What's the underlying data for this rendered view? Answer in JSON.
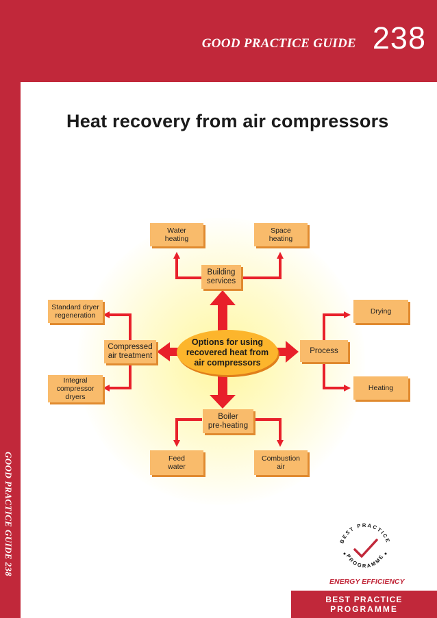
{
  "header": {
    "series": "GOOD PRACTICE GUIDE",
    "number": "238",
    "spine": "GOOD PRACTICE GUIDE 238"
  },
  "title": "Heat recovery from air compressors",
  "diagram": {
    "center": "Options for using\nrecovered heat from\nair compressors",
    "building_services": "Building\nservices",
    "water_heating": "Water\nheating",
    "space_heating": "Space\nheating",
    "compressed_air_treatment": "Compressed\nair treatment",
    "standard_dryer_regeneration": "Standard dryer\nregeneration",
    "integral_compressor_dryers": "Integral\ncompressor\ndryers",
    "process": "Process",
    "drying": "Drying",
    "heating": "Heating",
    "boiler_preheating": "Boiler\npre-heating",
    "feed_water": "Feed\nwater",
    "combustion_air": "Combustion\nair"
  },
  "logo": {
    "ring_text": "BEST PRACTICE PROGRAMME",
    "energy_efficiency": "ENERGY EFFICIENCY"
  },
  "footer": {
    "line1": "BEST PRACTICE",
    "line2": "PROGRAMME"
  },
  "colors": {
    "brand_red": "#c1283a",
    "arrow_red": "#e8202a",
    "box_orange": "#f9bb6b",
    "center_orange": "#fcb52c"
  }
}
